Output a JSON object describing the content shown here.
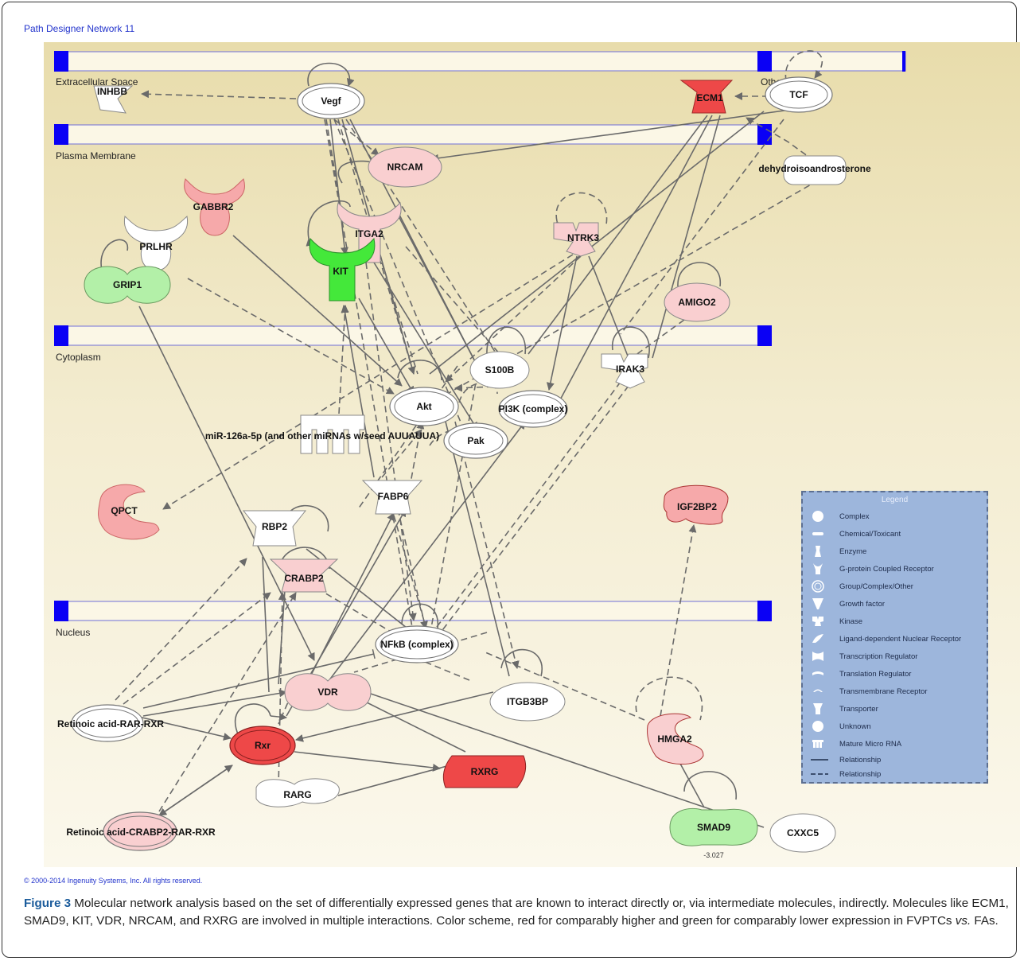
{
  "title": "Path Designer Network 11",
  "copyright": "© 2000-2014 Ingenuity Systems, Inc. All rights reserved.",
  "caption": {
    "label": "Figure 3",
    "text": " Molecular network analysis based on the set of differentially expressed genes that are known to interact directly or, via intermediate molecules, indirectly. Molecules like ECM1, SMAD9, KIT, VDR, NRCAM, and RXRG are involved in multiple interactions. Color scheme, red for comparably higher and green for comparably lower expression in FVPTCs ",
    "vs": "vs.",
    "end": " FAs."
  },
  "compartments": {
    "extracellular": "Extracellular Space",
    "other": "Other",
    "plasma_membrane": "Plasma Membrane",
    "cytoplasm": "Cytoplasm",
    "nucleus": "Nucleus"
  },
  "nodes": {
    "INHBB": "INHBB",
    "Vegf": "Vegf",
    "ECM1": "ECM1",
    "TCF": "TCF",
    "NRCAM": "NRCAM",
    "dehydroisoandrosterone": "dehydroisoandrosterone",
    "GABBR2": "GABBR2",
    "PRLHR": "PRLHR",
    "GRIP1": "GRIP1",
    "ITGA2": "ITGA2",
    "KIT": "KIT",
    "NTRK3": "NTRK3",
    "AMIGO2": "AMIGO2",
    "S100B": "S100B",
    "IRAK3": "IRAK3",
    "Akt": "Akt",
    "PI3K": "PI3K (complex)",
    "mir": "miR-126a-5p (and other miRNAs w/seed AUUAUUA)",
    "Pak": "Pak",
    "FABP6": "FABP6",
    "QPCT": "QPCT",
    "IGF2BP2": "IGF2BP2",
    "RBP2": "RBP2",
    "CRABP2": "CRABP2",
    "NFkB": "NFkB (complex)",
    "VDR": "VDR",
    "ITGB3BP": "ITGB3BP",
    "RAR_RXR": "Retinoic acid-RAR-RXR",
    "Rxr": "Rxr",
    "RXRG": "RXRG",
    "HMGA2": "HMGA2",
    "RARG": "RARG",
    "CRABP2_RAR_RXR": "Retinoic acid-CRABP2-RAR-RXR",
    "SMAD9": "SMAD9",
    "SMAD9_value": "-3.027",
    "CXXC5": "CXXC5"
  },
  "colors": {
    "up_strong": "#ee4848",
    "up_light": "#f9cfd0",
    "up_mid": "#f6a9aa",
    "down_light": "#b3f0a8",
    "down_strong": "#44e83a",
    "neutral": "#ffffff",
    "compartment_bar_end": "#0a00f5",
    "legend_bg": "#9db6dc"
  },
  "legend": {
    "title": "Legend",
    "items": [
      {
        "icon": "complex-icon",
        "label": "Complex"
      },
      {
        "icon": "chemical-icon",
        "label": "Chemical/Toxicant"
      },
      {
        "icon": "enzyme-icon",
        "label": "Enzyme"
      },
      {
        "icon": "gpcr-icon",
        "label": "G-protein Coupled Receptor"
      },
      {
        "icon": "group-icon",
        "label": "Group/Complex/Other"
      },
      {
        "icon": "growth-factor-icon",
        "label": "Growth factor"
      },
      {
        "icon": "kinase-icon",
        "label": "Kinase"
      },
      {
        "icon": "nuclear-receptor-icon",
        "label": "Ligand-dependent Nuclear Receptor"
      },
      {
        "icon": "transcription-regulator-icon",
        "label": "Transcription Regulator"
      },
      {
        "icon": "translation-regulator-icon",
        "label": "Translation Regulator"
      },
      {
        "icon": "transmembrane-receptor-icon",
        "label": "Transmembrane Receptor"
      },
      {
        "icon": "transporter-icon",
        "label": "Transporter"
      },
      {
        "icon": "unknown-icon",
        "label": "Unknown"
      },
      {
        "icon": "microrna-icon",
        "label": "Mature Micro RNA"
      },
      {
        "icon": "solid-line-icon",
        "label": "Relationship"
      },
      {
        "icon": "dashed-line-icon",
        "label": "Relationship"
      }
    ]
  }
}
